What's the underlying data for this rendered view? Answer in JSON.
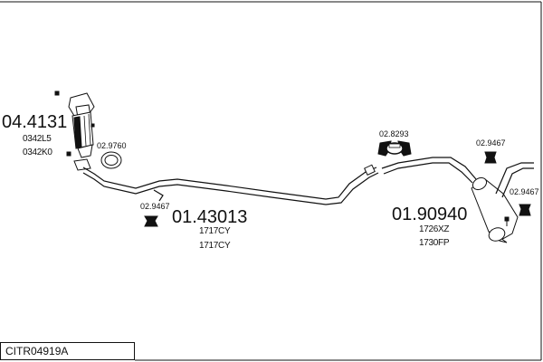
{
  "diagram": {
    "parts": [
      {
        "id": "catalyst",
        "number": "04.4131",
        "subcodes": [
          "0342L5",
          "0342K0"
        ]
      },
      {
        "id": "middle-pipe",
        "number": "01.43013",
        "subcodes": [
          "1717CY",
          "1717CY"
        ]
      },
      {
        "id": "rear-silencer",
        "number": "01.90940",
        "subcodes": [
          "1726XZ",
          "1730FP"
        ]
      }
    ],
    "accessories": [
      {
        "id": "gasket-ring",
        "number": "02.9760"
      },
      {
        "id": "rubber-mount-1",
        "number": "02.9467"
      },
      {
        "id": "clamp",
        "number": "02.8293"
      },
      {
        "id": "rubber-mount-2",
        "number": "02.9467"
      },
      {
        "id": "rubber-mount-3",
        "number": "02.9467"
      }
    ]
  },
  "footer": {
    "code": "CITR04919A"
  }
}
